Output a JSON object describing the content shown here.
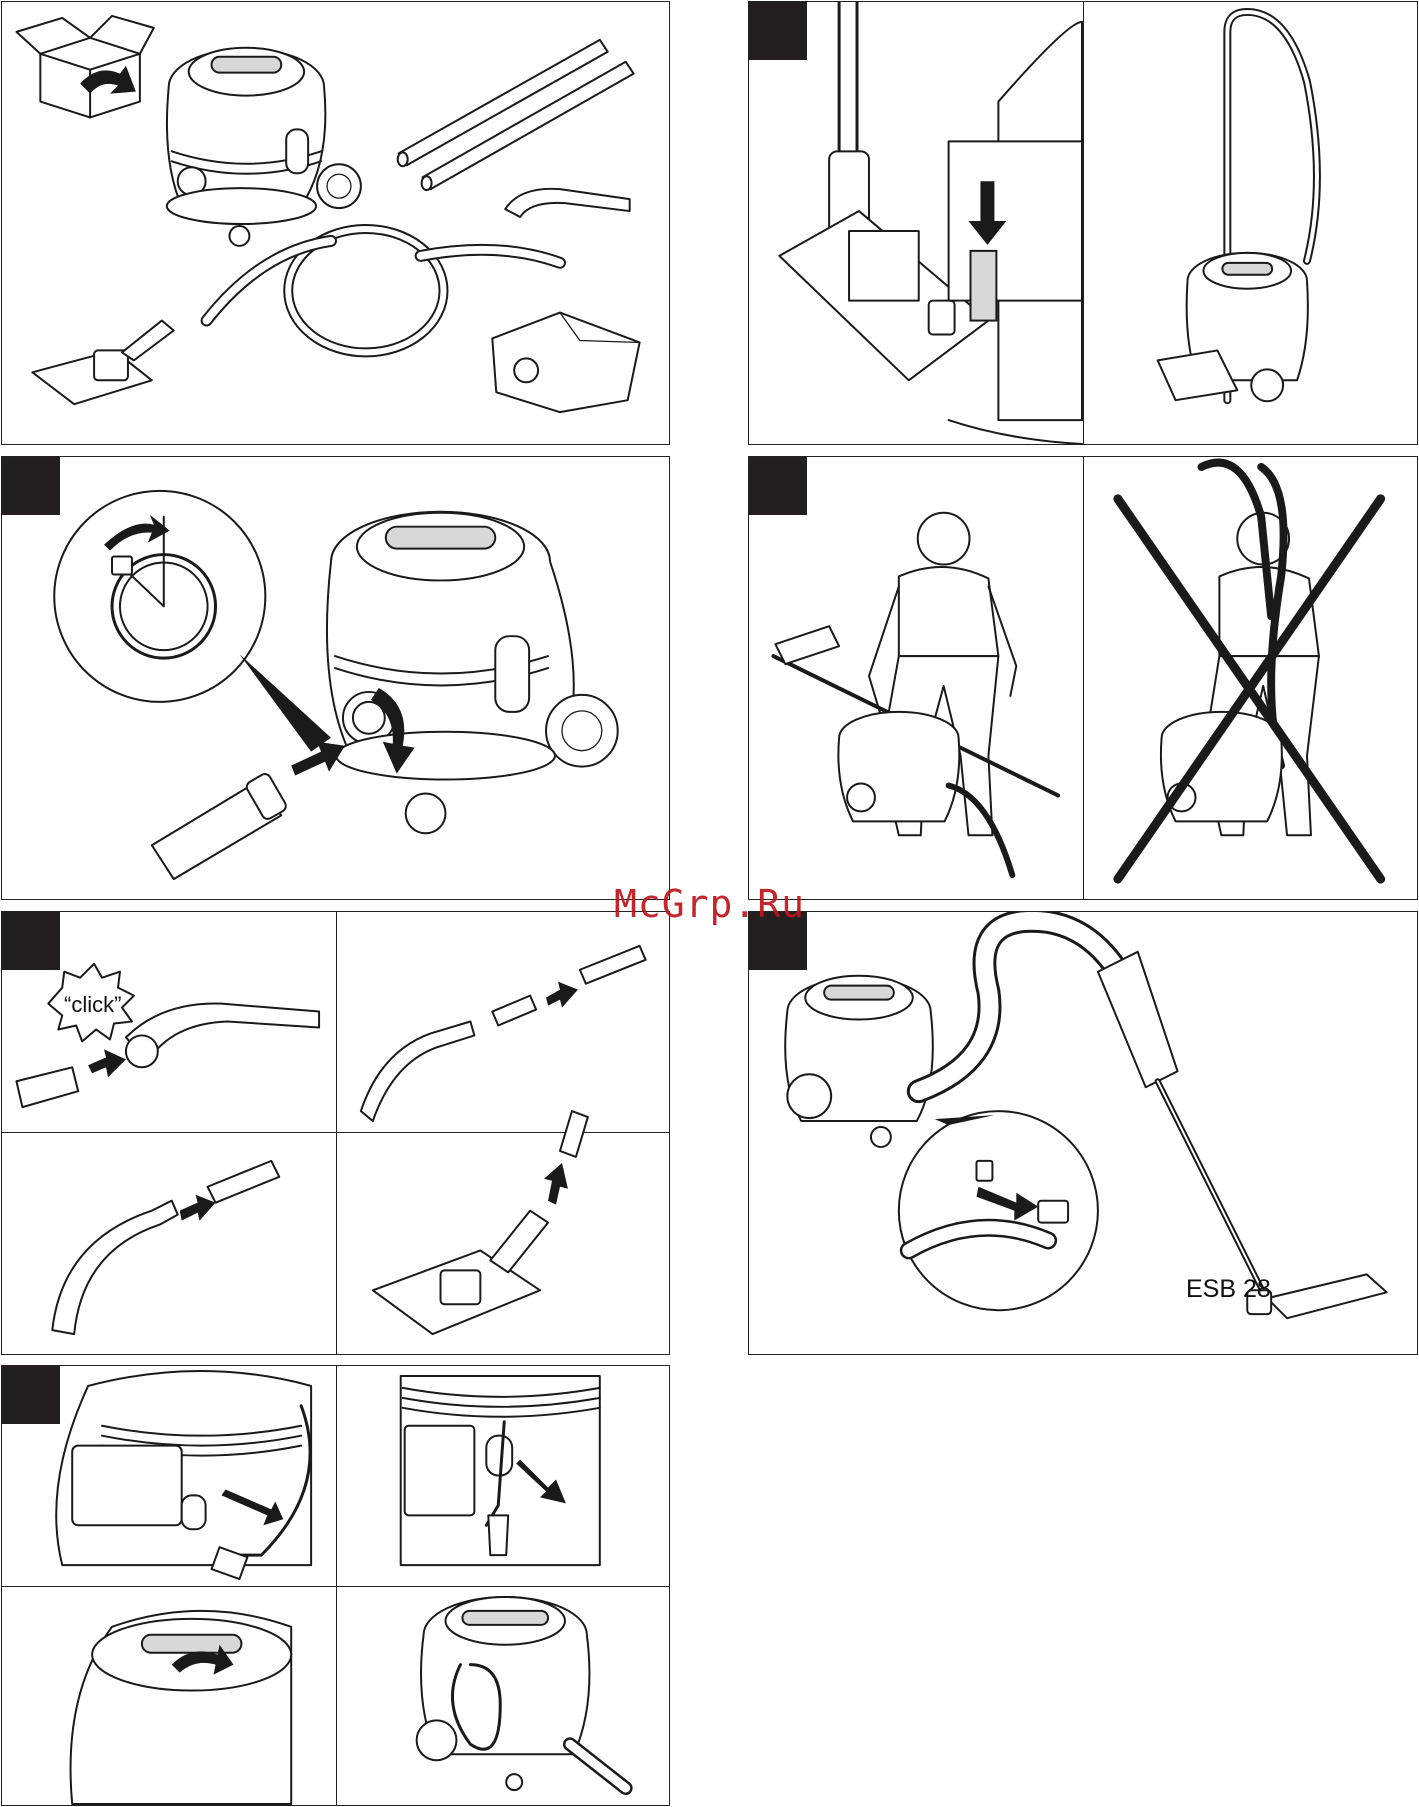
{
  "watermark": "McGrp.Ru",
  "labels": {
    "click": "“click”",
    "model": "ESB 28"
  },
  "colors": {
    "step_badge": "#231f20",
    "line": "#1a1a1a",
    "watermark": "#c0141b"
  },
  "icons": [
    "unpack-box-icon",
    "cross-out-icon",
    "arrow-icon"
  ]
}
